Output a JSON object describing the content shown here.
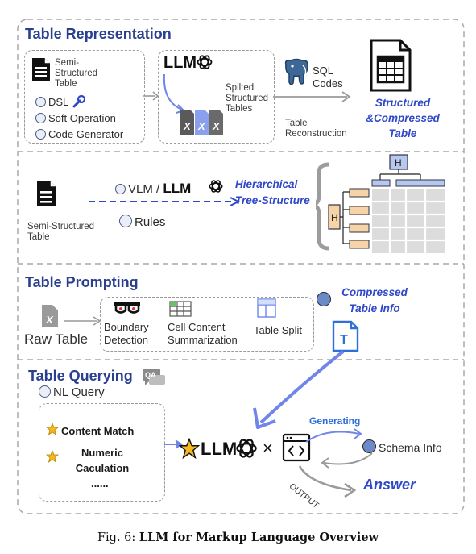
{
  "sections": {
    "representation": "Table Representation",
    "prompting": "Table Prompting",
    "querying": "Table Querying"
  },
  "rep": {
    "semi_structured": "Semi-Structured Table",
    "options": [
      "DSL",
      "Soft Operation",
      "Code Generator"
    ],
    "llm": "LLM",
    "split_tables": "Spilted Structured Tables",
    "sql": "SQL Codes",
    "reconstruction": "Table Reconstruction",
    "result": "Structured &Compressed Table",
    "file_letter": "X"
  },
  "tree": {
    "semi_structured": "Semi-Structured Table",
    "vlm": "VLM /",
    "llm": "LLM",
    "rules": "Rules",
    "result": "Hierarchical Tree-Structure",
    "header_letter": "H"
  },
  "prompting": {
    "raw_table": "Raw Table",
    "steps": [
      "Boundary Detection",
      "Cell Content Summarization",
      "Table Split"
    ],
    "compressed": "Compressed Table Info",
    "t_letter": "T",
    "file_letter": "X"
  },
  "querying": {
    "qa_badge": "QA",
    "nl_query": "NL Query",
    "items": [
      "Content Match",
      "Numeric Caculation",
      "......"
    ],
    "llm": "LLM",
    "times": "×",
    "generating": "Generating",
    "schema": "Schema Info",
    "output": "OUTPUT",
    "answer": "Answer"
  },
  "caption": {
    "prefix": "Fig. 6:",
    "text": "LLM for Markup Language Overview"
  },
  "colors": {
    "title_blue": "#2a3f8f",
    "accent_blue": "#2f48c8",
    "arrow_blue": "#6f86e8",
    "tree_orange": "#f7d3a8",
    "tree_blue": "#b7c8f0"
  }
}
